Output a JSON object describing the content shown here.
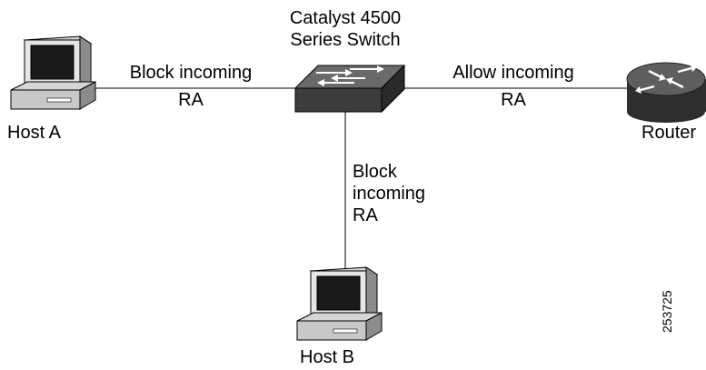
{
  "switch": {
    "line1": "Catalyst 4500",
    "line2": "Series Switch"
  },
  "hosts": {
    "host_a": "Host A",
    "host_b": "Host B",
    "router": "Router"
  },
  "links": {
    "host_a_link": {
      "line1": "Block incoming",
      "line2": "RA"
    },
    "router_link": {
      "line1": "Allow incoming",
      "line2": "RA"
    },
    "host_b_link": {
      "line1": "Block",
      "line2": "incoming",
      "line3": "RA"
    }
  },
  "figure_id": "253725",
  "colors": {
    "line": "#000000",
    "router_body": "#3a3a3a",
    "switch_body": "#3c3c3c"
  }
}
